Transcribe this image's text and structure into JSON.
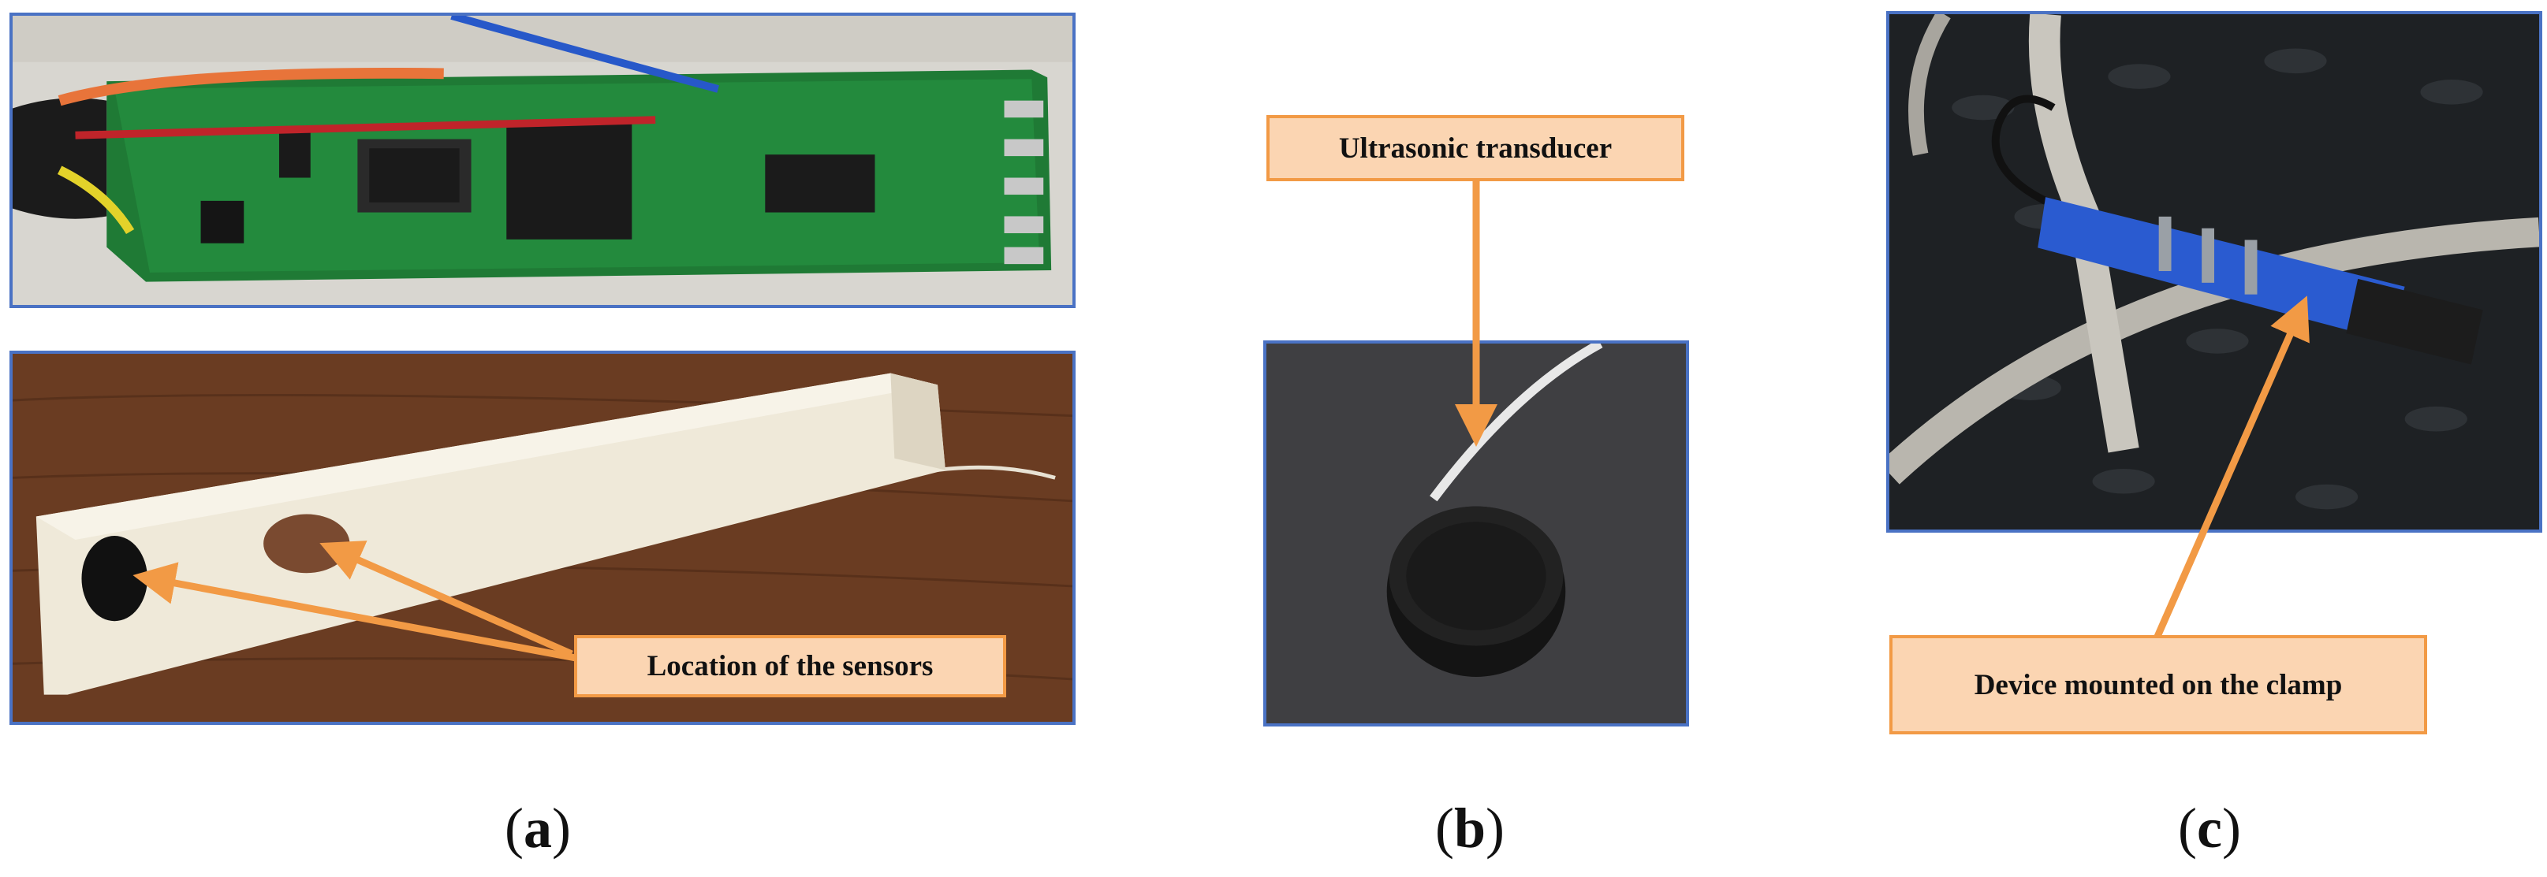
{
  "panels": {
    "a": {
      "label_open": "(",
      "label_letter": "a",
      "label_close": ")",
      "callout": "Location of the sensors"
    },
    "b": {
      "label_open": "(",
      "label_letter": "b",
      "label_close": ")",
      "callout": "Ultrasonic transducer"
    },
    "c": {
      "label_open": "(",
      "label_letter": "c",
      "label_close": ")",
      "callout": "Device mounted on the clamp"
    }
  },
  "colors": {
    "frame": "#4a72c4",
    "callout_fill": "#fbd5b2",
    "callout_border": "#f29a45",
    "arrow": "#f29a45"
  }
}
